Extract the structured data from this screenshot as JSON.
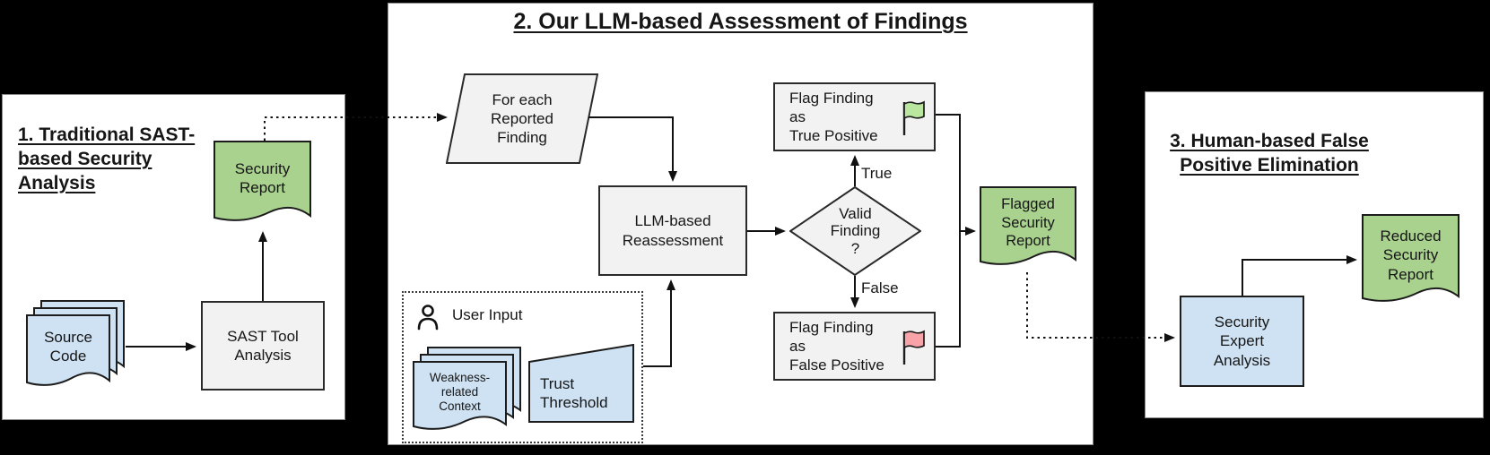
{
  "colors": {
    "canvas": "#000000",
    "panel_bg": "#ffffff",
    "panel_border": "#8a8a8a",
    "node_gray": "#f2f2f2",
    "node_blue": "#cfe2f3",
    "doc_green": "#a9d28f",
    "flag_green": "#b9e7a0",
    "flag_red": "#f7a3a8",
    "line": "#111111",
    "text": "#161616"
  },
  "panel1": {
    "title": "1. Traditional SAST-\nbased Security\nAnalysis",
    "security_report": "Security\nReport",
    "source_code": "Source\nCode",
    "sast_tool": "SAST Tool\nAnalysis"
  },
  "panel2": {
    "title": "2. Our LLM-based Assessment of Findings",
    "for_each": "For each\nReported\nFinding",
    "llm": "LLM-based\nReassessment",
    "decision": "Valid\nFinding\n?",
    "true_label": "True",
    "false_label": "False",
    "flag_true": "Flag Finding as\nTrue Positive",
    "flag_false": "Flag Finding as\nFalse Positive",
    "flagged_report": "Flagged\nSecurity\nReport",
    "user_input": {
      "label": "User Input",
      "weakness": "Weakness-\nrelated\nContext",
      "trust": "Trust\nThreshold"
    }
  },
  "panel3": {
    "title": "3. Human-based False\nPositive Elimination",
    "security_expert": "Security\nExpert\nAnalysis",
    "reduced_report": "Reduced\nSecurity\nReport"
  },
  "icons": {
    "person": "person-icon",
    "flag_true": "green-flag-icon",
    "flag_false": "red-flag-icon"
  }
}
